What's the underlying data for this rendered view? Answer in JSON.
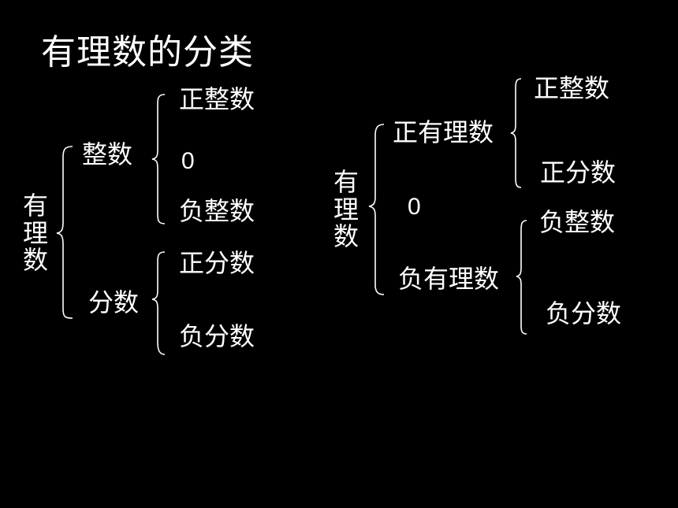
{
  "title": "有理数的分类",
  "left_tree": {
    "root": "有理数",
    "integers": {
      "label": "整数",
      "children": [
        "正整数",
        "0",
        "负整数"
      ]
    },
    "fractions": {
      "label": "分数",
      "children": [
        "正分数",
        "负分数"
      ]
    }
  },
  "right_tree": {
    "root": "有理数",
    "positive": {
      "label": "正有理数",
      "children": [
        "正整数",
        "正分数"
      ]
    },
    "zero": "0",
    "negative": {
      "label": "负有理数",
      "children": [
        "负整数",
        "负分数"
      ]
    }
  }
}
